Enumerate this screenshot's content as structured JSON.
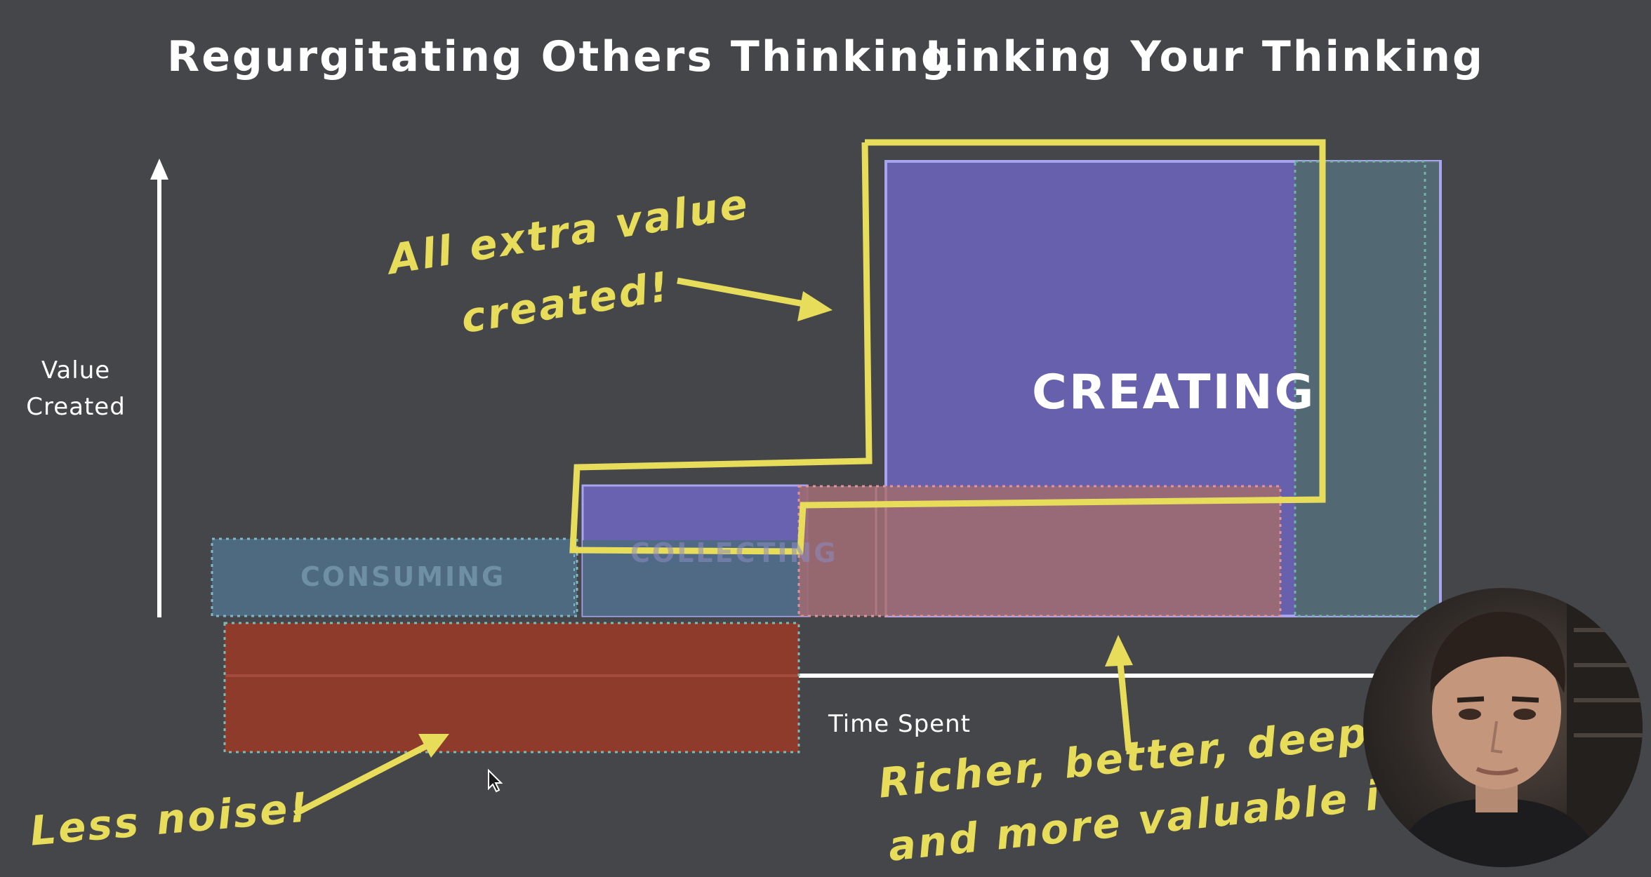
{
  "headings": {
    "left": "Regurgitating Others Thinking",
    "right": "Linking Your Thinking"
  },
  "axes": {
    "y_label_line1": "Value",
    "y_label_line2": "Created",
    "x_label": "Time Spent"
  },
  "boxes": {
    "consuming": "CONSUMING",
    "collecting": "COLLECTING",
    "creating": "CREATING"
  },
  "annotations": {
    "extra_value_line1": "All extra value",
    "extra_value_line2": "created!",
    "less_noise": "Less noise!",
    "richer_line1": "Richer, better, deeper,",
    "richer_line2": "and more valuable idea"
  },
  "colors": {
    "background": "#45464a",
    "consuming_fill": "#4e6a80",
    "collecting_fill": "#6862b0",
    "creating_fill": "#6660ad",
    "noise_fill": "#8e3b2c",
    "pink_overlay": "#9c6a72",
    "green_overlay": "#4f6767",
    "highlight": "#e8dd5a"
  },
  "icons": {
    "cursor": "mouse-cursor-icon",
    "webcam": "presenter-webcam"
  }
}
